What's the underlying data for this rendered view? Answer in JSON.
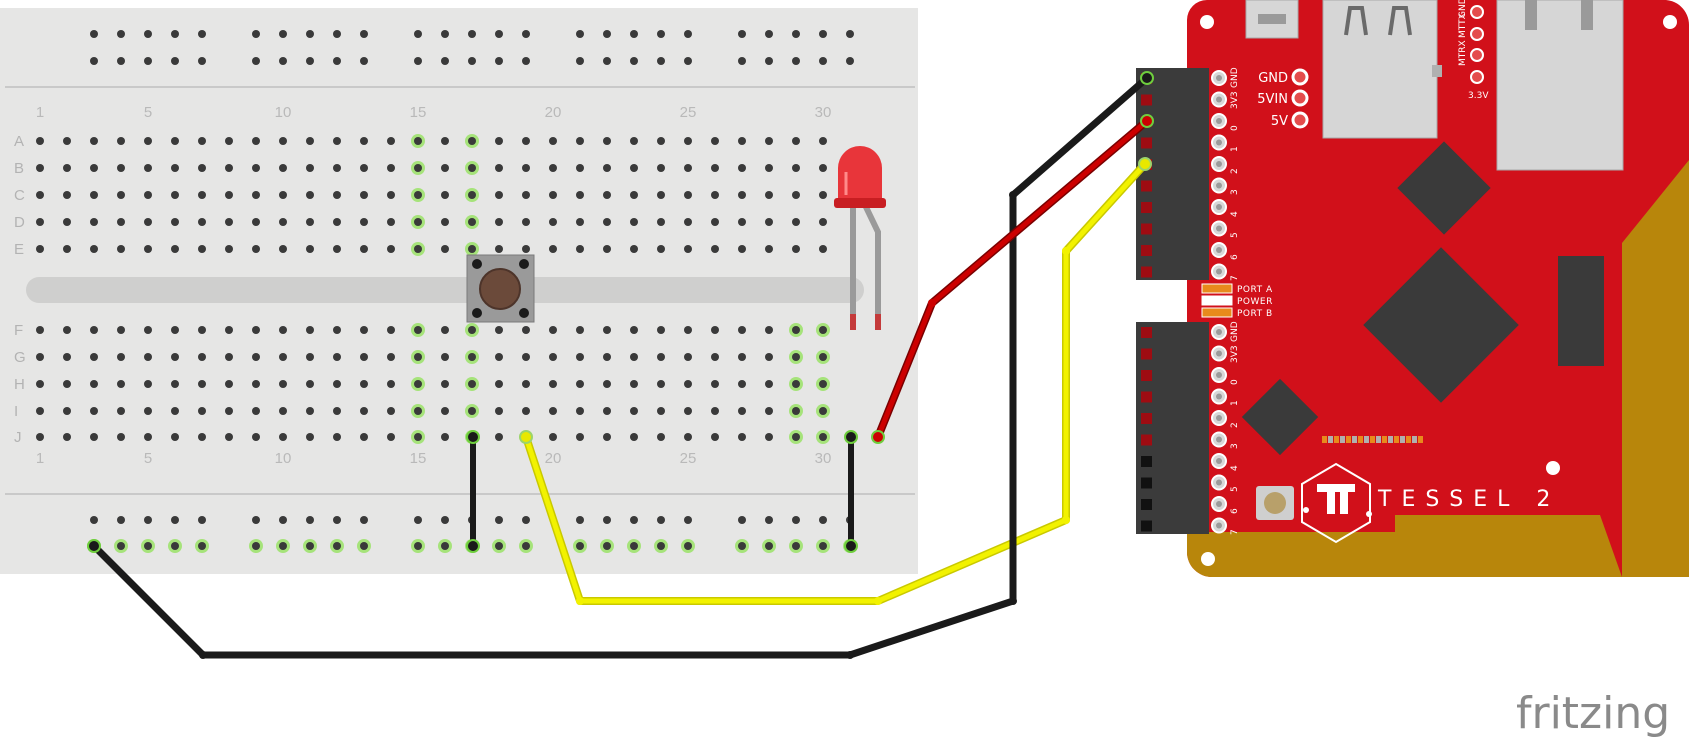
{
  "breadboard": {
    "column_labels": [
      "1",
      "5",
      "10",
      "15",
      "20",
      "25",
      "30"
    ],
    "rows_top": [
      "A",
      "B",
      "C",
      "D",
      "E"
    ],
    "rows_bottom": [
      "F",
      "G",
      "H",
      "I",
      "J"
    ]
  },
  "tessel": {
    "brand": "TESSEL 2",
    "header_pins": [
      "3V3",
      "GND",
      "0",
      "1",
      "2",
      "3",
      "4",
      "5",
      "6",
      "7"
    ],
    "power_pins": [
      "GND",
      "5VIN",
      "5V"
    ],
    "small_pins": [
      "MTRX",
      "MTTX",
      "GND"
    ],
    "small_pin_value": "3.3V",
    "leds": [
      "PORT A",
      "POWER",
      "PORT B"
    ]
  },
  "wires": {
    "colors": {
      "black": "#1a1a1a",
      "red": "#cc0000",
      "yellow": "#f2f200"
    }
  },
  "components": {
    "led_color": "#e8262b",
    "button_cap_color": "#6b4a3a"
  },
  "watermark": "fritzing"
}
